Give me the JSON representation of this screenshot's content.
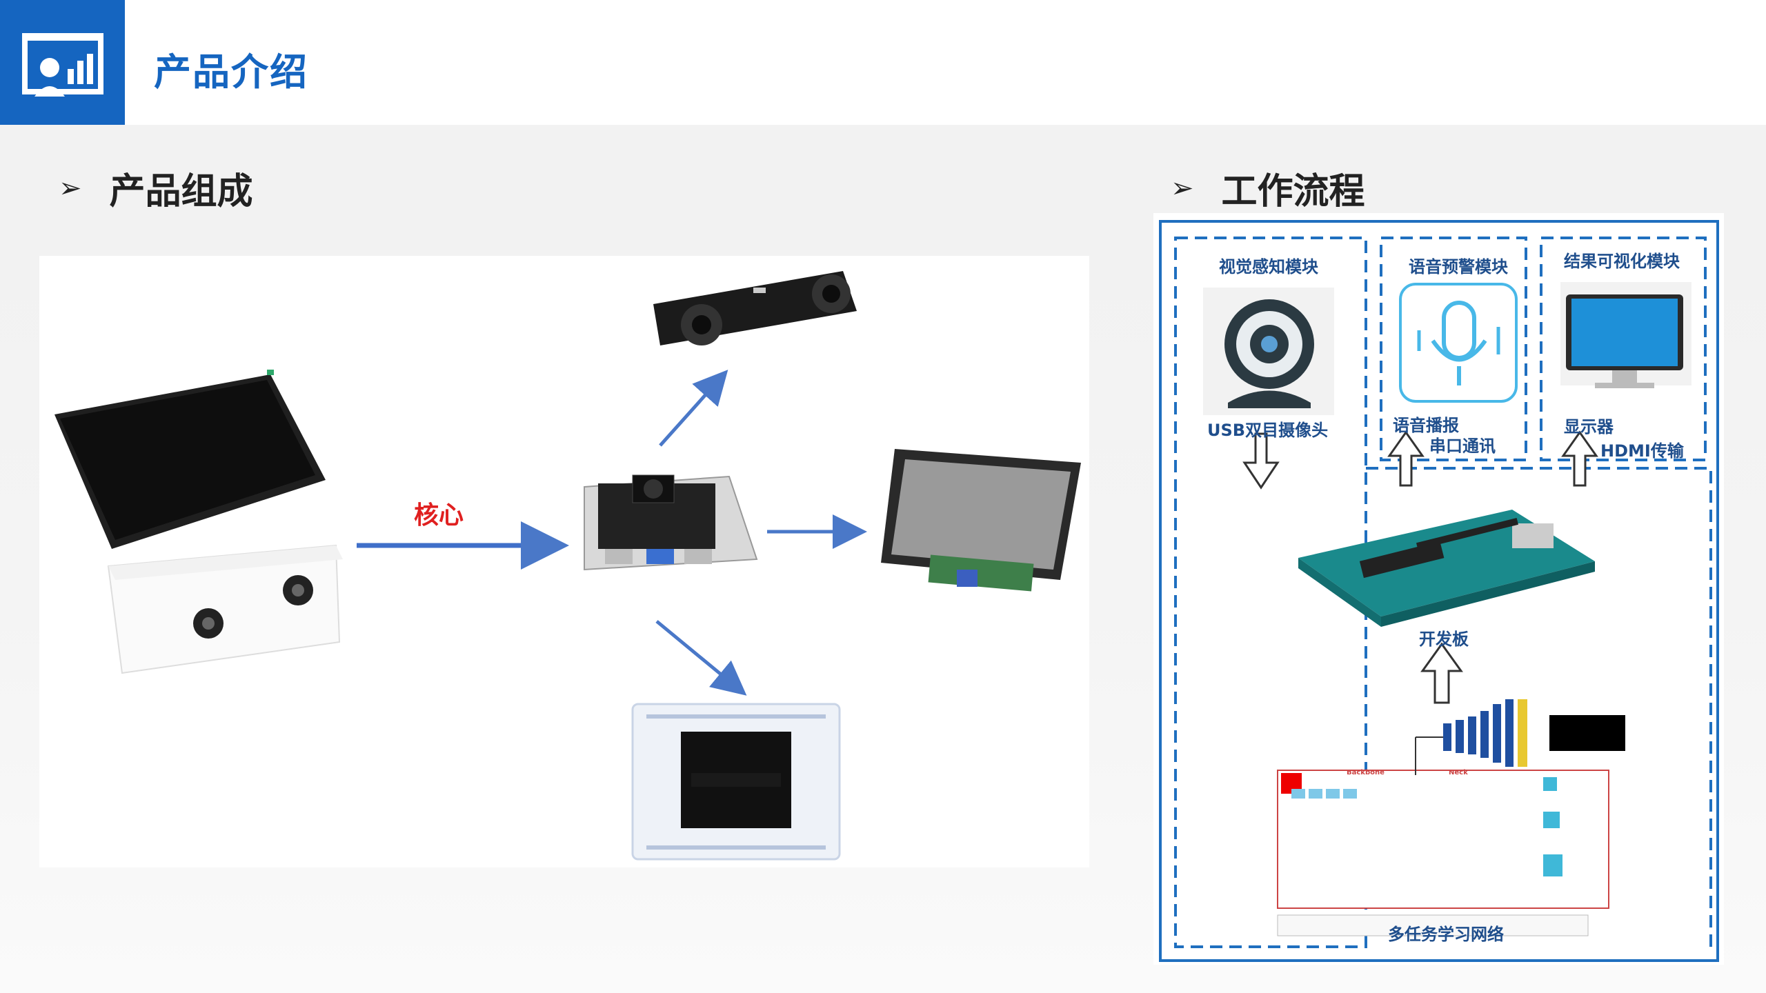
{
  "header": {
    "title": "产品介绍",
    "icon": "presentation-icon",
    "accent_color": "#1565c0"
  },
  "left_section": {
    "heading": "产品组成",
    "core_label": "核心",
    "components": [
      "device-box-with-display",
      "dual-usb-camera",
      "jetson-board",
      "hdmi-lcd-display",
      "breadboard-voice-module"
    ]
  },
  "right_section": {
    "heading": "工作流程",
    "modules": {
      "vision": "视觉感知模块",
      "voice": "语音预警模块",
      "display": "结果可视化模块"
    },
    "labels": {
      "camera": "USB双目摄像头",
      "broadcast": "语音播报",
      "serial": "串口通讯",
      "monitor": "显示器",
      "hdmi": "HDMI传输",
      "board": "开发板",
      "network": "多任务学习网络"
    },
    "network_blocks": {
      "backbone": "Backbone",
      "neck": "Neck"
    }
  }
}
